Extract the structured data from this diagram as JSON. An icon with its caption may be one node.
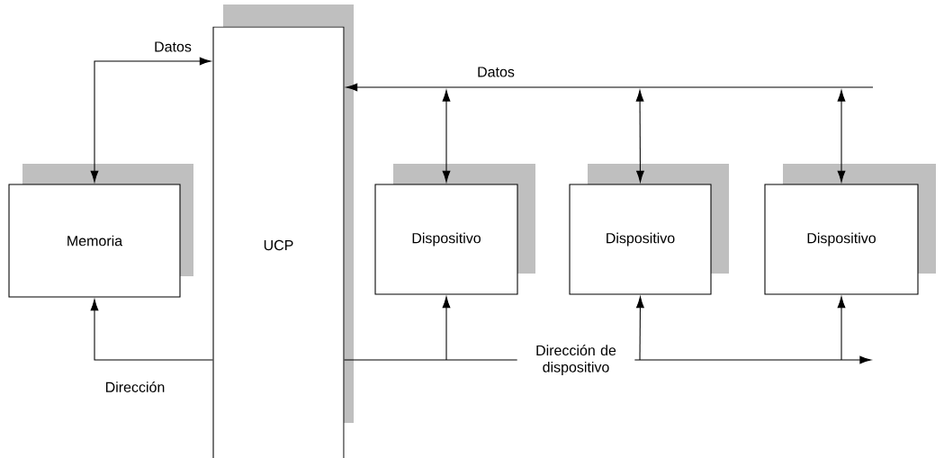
{
  "diagram": {
    "nodes": [
      {
        "text": [
          "Memoria"
        ]
      },
      {
        "text": [
          "UCP"
        ]
      },
      {
        "text": [
          "Dispositivo"
        ]
      },
      {
        "text": [
          "Dispositivo"
        ]
      },
      {
        "text": [
          "Dispositivo"
        ]
      }
    ],
    "edges": [
      {
        "from": 0,
        "to": 1,
        "arrow": "both",
        "label": "Datos"
      },
      {
        "from": 1,
        "to": 0,
        "arrow": "to",
        "label": "Dirección"
      },
      {
        "from": null,
        "to": 1,
        "arrow": "to",
        "label": "Datos"
      },
      {
        "from": 2,
        "to": null,
        "arrow": "both"
      },
      {
        "from": 3,
        "to": null,
        "arrow": "both"
      },
      {
        "from": 4,
        "to": null,
        "arrow": "both"
      },
      {
        "from": 1,
        "to": null,
        "arrow": "to",
        "label": "Dirección de dispositivo"
      },
      {
        "from": null,
        "to": 2,
        "arrow": "to"
      },
      {
        "from": null,
        "to": 3,
        "arrow": "to"
      },
      {
        "from": null,
        "to": 4,
        "arrow": "to"
      }
    ]
  }
}
